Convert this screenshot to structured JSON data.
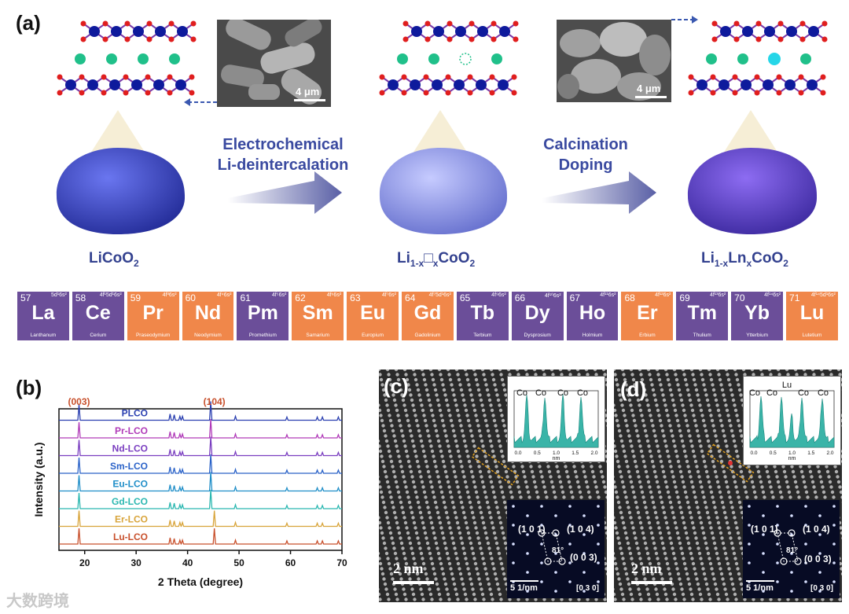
{
  "panels": {
    "a": "(a)",
    "b": "(b)",
    "c": "(c)",
    "d": "(d)"
  },
  "panel_a": {
    "step1": {
      "line1": "Electrochemical",
      "line2": "Li-deintercalation"
    },
    "step2": {
      "line1": "Calcination",
      "line2": "Doping"
    },
    "sem_scale": "4 μm",
    "sem_scale2": "4 μm",
    "formula1": {
      "base": "LiCoO",
      "sub": "2"
    },
    "formula2": {
      "p1": "Li",
      "s1": "1-x",
      "p2": "□",
      "s2": "x",
      "p3": "CoO",
      "s3": "2"
    },
    "formula3": {
      "p1": "Li",
      "s1": "1-x",
      "p2": "Ln",
      "s2": "x",
      "p3": "CoO",
      "s3": "2"
    },
    "colors": {
      "cobalt": "#0e1a9c",
      "oxygen": "#e01e1e",
      "lithium": "#20c08a",
      "dopant": "#26d6e8",
      "particle": "#4a55d9"
    }
  },
  "elements": [
    {
      "num": "57",
      "cfg": "5d¹6s²",
      "sym": "La",
      "name": "Lanthanum",
      "color": "#6b4e99"
    },
    {
      "num": "58",
      "cfg": "4f¹5d¹6s²",
      "sym": "Ce",
      "name": "Cerium",
      "color": "#6b4e99"
    },
    {
      "num": "59",
      "cfg": "4f³6s²",
      "sym": "Pr",
      "name": "Praseodymium",
      "color": "#f0874a"
    },
    {
      "num": "60",
      "cfg": "4f⁴6s²",
      "sym": "Nd",
      "name": "Neodymium",
      "color": "#f0874a"
    },
    {
      "num": "61",
      "cfg": "4f⁵6s²",
      "sym": "Pm",
      "name": "Promethium",
      "color": "#6b4e99"
    },
    {
      "num": "62",
      "cfg": "4f⁶6s²",
      "sym": "Sm",
      "name": "Samarium",
      "color": "#f0874a"
    },
    {
      "num": "63",
      "cfg": "4f⁷6s²",
      "sym": "Eu",
      "name": "Europium",
      "color": "#f0874a"
    },
    {
      "num": "64",
      "cfg": "4f⁷5d¹6s²",
      "sym": "Gd",
      "name": "Gadolinium",
      "color": "#f0874a"
    },
    {
      "num": "65",
      "cfg": "4f⁹6s²",
      "sym": "Tb",
      "name": "Terbium",
      "color": "#6b4e99"
    },
    {
      "num": "66",
      "cfg": "4f¹⁰6s²",
      "sym": "Dy",
      "name": "Dysprosium",
      "color": "#6b4e99"
    },
    {
      "num": "67",
      "cfg": "4f¹¹6s²",
      "sym": "Ho",
      "name": "Holmium",
      "color": "#6b4e99"
    },
    {
      "num": "68",
      "cfg": "4f¹²6s²",
      "sym": "Er",
      "name": "Erbium",
      "color": "#f0874a"
    },
    {
      "num": "69",
      "cfg": "4f¹³6s²",
      "sym": "Tm",
      "name": "Thulium",
      "color": "#6b4e99"
    },
    {
      "num": "70",
      "cfg": "4f¹⁴6s²",
      "sym": "Yb",
      "name": "Ytterbium",
      "color": "#6b4e99"
    },
    {
      "num": "71",
      "cfg": "4f¹⁴5d¹6s²",
      "sym": "Lu",
      "name": "Lutetium",
      "color": "#f0874a"
    }
  ],
  "chart_data": {
    "type": "line",
    "xlabel": "2 Theta (degree)",
    "ylabel": "Intensity (a.u.)",
    "xlim": [
      15,
      70
    ],
    "xticks": [
      "20",
      "30",
      "40",
      "50",
      "60",
      "70"
    ],
    "peak_labels": [
      {
        "text": "(003)",
        "x": 18.9
      },
      {
        "text": "(104)",
        "x": 45.2
      }
    ],
    "peaks_x": [
      18.9,
      36.6,
      37.4,
      38.5,
      39.0,
      44.5,
      45.2,
      49.3,
      59.3,
      65.2,
      66.2,
      69.3
    ],
    "series": [
      {
        "name": "Lu-LCO",
        "color": "#c8502c"
      },
      {
        "name": "Er-LCO",
        "color": "#d8a43a"
      },
      {
        "name": "Gd-LCO",
        "color": "#2ab7b0"
      },
      {
        "name": "Eu-LCO",
        "color": "#1f8ec8"
      },
      {
        "name": "Sm-LCO",
        "color": "#2a62c8"
      },
      {
        "name": "Nd-LCO",
        "color": "#7a3ec0"
      },
      {
        "name": "Pr-LCO",
        "color": "#b03ab8"
      },
      {
        "name": "PLCO",
        "color": "#2a3fb0"
      }
    ]
  },
  "panel_c": {
    "profile_labels": [
      "Co",
      "Co",
      "Co",
      "Co"
    ],
    "profile_xlabel": "nm",
    "profile_ticks": [
      "0.0",
      "0.5",
      "1.0",
      "1.5",
      "2.0"
    ],
    "hkl1": "(1 0 1)",
    "hkl2": "(1 0 4)",
    "hkl3": "(0 0 3)",
    "angle": "81°",
    "zone": "[0 3 0]",
    "diff_scale": "5 1/nm",
    "scale": "2 nm"
  },
  "panel_d": {
    "profile_labels": [
      "Co",
      "Co",
      "Lu",
      "Co",
      "Co"
    ],
    "profile_xlabel": "nm",
    "profile_ticks": [
      "0.0",
      "0.5",
      "1.0",
      "1.5",
      "2.0"
    ],
    "hkl1": "(1 0 1)",
    "hkl2": "(1 0 4)",
    "hkl3": "(0 0 3)",
    "angle": "81°",
    "zone": "[0 3 0]",
    "diff_scale": "5 1/nm",
    "scale": "2 nm"
  },
  "watermark": "大数跨境"
}
